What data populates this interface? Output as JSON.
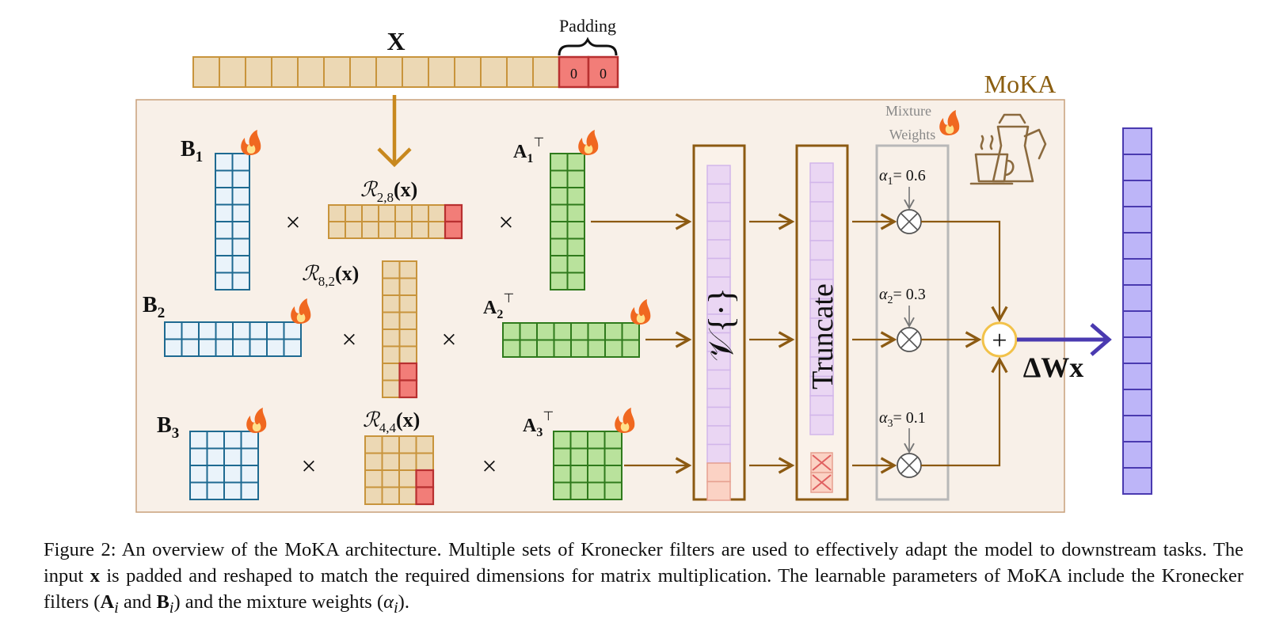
{
  "figure": {
    "input_label": "X",
    "padding_label": "Padding",
    "padding_values": [
      "0",
      "0"
    ],
    "model_name": "MoKA",
    "mixture_weights_label": [
      "Mixture",
      "Weights"
    ],
    "truncate_label": "Truncate",
    "vec_op_label": "𝒱{·}",
    "output_label": "ΔWx",
    "multiply_symbol": "×",
    "sum_symbol": "+",
    "otimes_symbol": "⊗",
    "branches": [
      {
        "b_label": "B",
        "b_sub": "1",
        "a_label": "A",
        "a_sub": "1",
        "a_sup": "⊤",
        "reshape_label": "ℛ",
        "reshape_sub": "2,8",
        "reshape_arg": "(x)",
        "alpha_label": "α",
        "alpha_sub": "1",
        "alpha_value": "= 0.6"
      },
      {
        "b_label": "B",
        "b_sub": "2",
        "a_label": "A",
        "a_sub": "2",
        "a_sup": "⊤",
        "reshape_label": "ℛ",
        "reshape_sub": "8,2",
        "reshape_arg": "(x)",
        "alpha_label": "α",
        "alpha_sub": "2",
        "alpha_value": "= 0.3"
      },
      {
        "b_label": "B",
        "b_sub": "3",
        "a_label": "A",
        "a_sub": "3",
        "a_sup": "⊤",
        "reshape_label": "ℛ",
        "reshape_sub": "4,4",
        "reshape_arg": "(x)",
        "alpha_label": "α",
        "alpha_sub": "3",
        "alpha_value": "= 0.1"
      }
    ]
  },
  "caption": {
    "lead": "Figure 2: An overview of the MoKA architecture. Multiple sets of Kronecker filters are used to effectively adapt the model to downstream tasks. The input ",
    "x_symbol": "x",
    "mid": " is padded and reshaped to match the required dimensions for matrix multiplication. The learnable parameters of MoKA include the Kronecker filters (",
    "a_symbol": "A",
    "and_word": " and ",
    "b_symbol": "B",
    "sub_i": "i",
    "after_b": ") and the mixture weights (",
    "alpha_symbol": "α",
    "tail": ")."
  },
  "colors": {
    "background_panel": "#f8f0e8",
    "panel_border": "#c8a07a",
    "input_fill": "#ecd8b4",
    "input_stroke": "#c8943c",
    "padding_fill": "#f27d78",
    "padding_stroke": "#b83030",
    "b_fill": "#eaf3fa",
    "b_stroke": "#1e6a91",
    "a_fill": "#b9e29c",
    "a_stroke": "#2f7a1c",
    "vec_fill": "#ead6f3",
    "vec_stroke": "#d2b6ea",
    "box_stroke": "#8c5a12",
    "arrow": "#8c5a12",
    "mixture_box": "#b8b8b8",
    "sum_ring": "#f2c24a",
    "output_fill": "#bdb5f8",
    "output_stroke": "#4a3ab0",
    "moka_text": "#8b5e10",
    "fire": "#f06820"
  }
}
